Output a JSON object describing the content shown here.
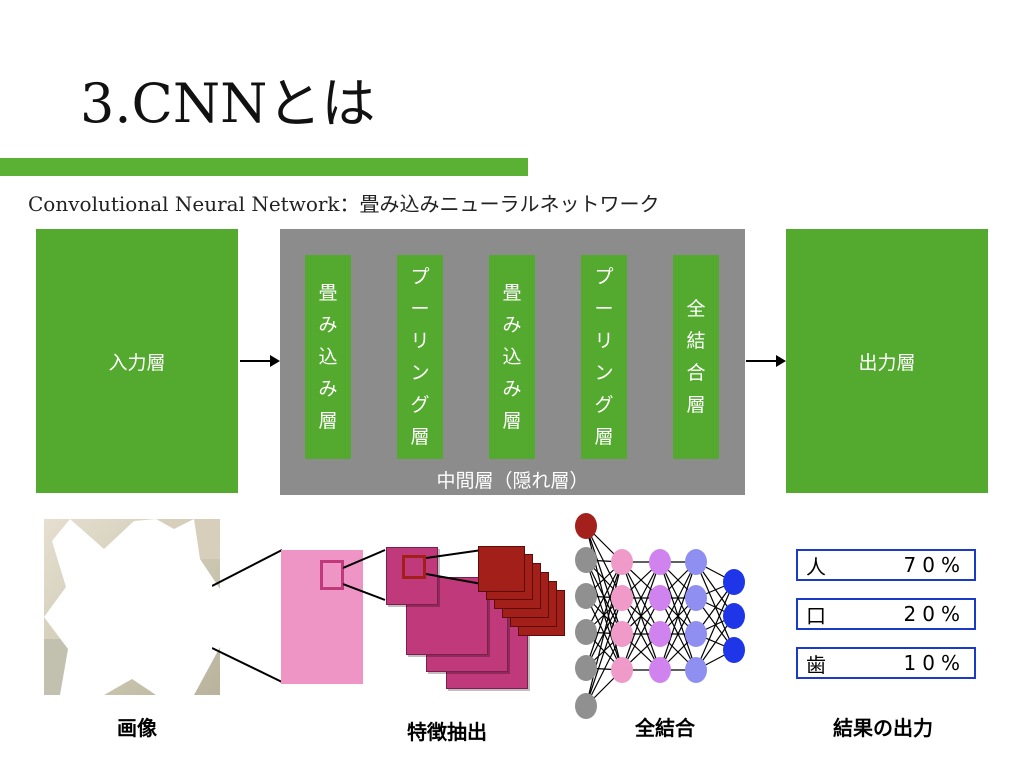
{
  "title": "3.CNNとは",
  "subtitle": "Convolutional Neural Network：畳み込みニューラルネットワーク",
  "diagram": {
    "input_label": "入力層",
    "output_label": "出力層",
    "hidden_label": "中間層（隠れ層）",
    "layers": [
      [
        "畳",
        "み",
        "込",
        "み",
        "層"
      ],
      [
        "プ",
        "ー",
        "リ",
        "ン",
        "グ",
        "層"
      ],
      [
        "畳",
        "み",
        "込",
        "み",
        "層"
      ],
      [
        "プ",
        "ー",
        "リ",
        "ン",
        "グ",
        "層"
      ],
      [
        "全",
        "結",
        "合",
        "層"
      ]
    ],
    "colors": {
      "box_green": "#54a92f",
      "hidden_gray": "#8c8c8c"
    }
  },
  "pipeline": {
    "captions": {
      "image": "画像",
      "features": "特徴抽出",
      "fc": "全結合",
      "results": "結果の出力"
    },
    "results": [
      {
        "label": "人",
        "value": "70%"
      },
      {
        "label": "口",
        "value": "20%"
      },
      {
        "label": "歯",
        "value": "10%"
      }
    ],
    "colors": {
      "feature_pink": "#ef95c6",
      "feature_magenta": "#c0397a",
      "feature_red": "#a31f1a",
      "result_border": "#1a3bc7",
      "node_gray": "#909090",
      "node_pink": "#ef9ac9",
      "node_violet": "#d083ee",
      "node_lavender": "#8f8ff2",
      "node_blue": "#1f35e8",
      "node_top": "#a4201c"
    }
  }
}
